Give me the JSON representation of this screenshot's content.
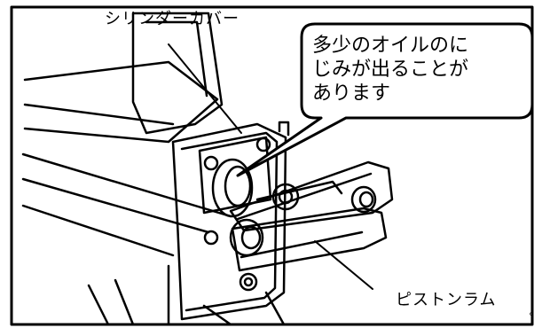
{
  "labels": {
    "cylinder_cover": "シリンダーカバー",
    "piston_ram": "ピストンラム"
  },
  "callout": {
    "lines": [
      "多少のオイルのに",
      "じみが出ることが",
      "あります"
    ]
  },
  "corner_mark": "°",
  "colors": {
    "line": "#000000",
    "background": "#ffffff",
    "callout_fill": "#ffffff"
  }
}
